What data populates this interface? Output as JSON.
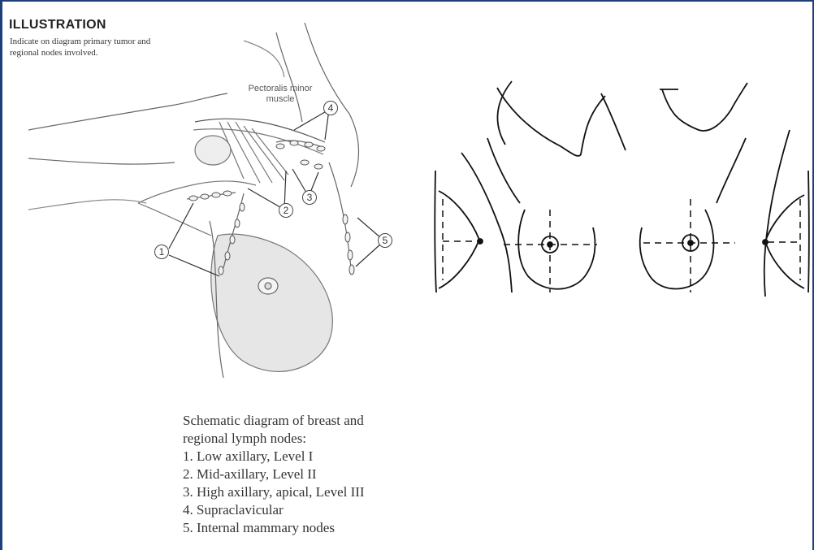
{
  "illustration": {
    "heading": "ILLUSTRATION",
    "instruction": "Indicate on diagram primary tumor and regional nodes involved.",
    "muscle_label": "Pectoralis minor muscle",
    "markers": [
      "1",
      "2",
      "3",
      "4",
      "5"
    ]
  },
  "caption": {
    "intro_line1": "Schematic diagram of breast and",
    "intro_line2": "regional lymph nodes:",
    "items": [
      "1. Low axillary, Level I",
      "2. Mid-axillary, Level II",
      "3. High axillary, apical, Level III",
      "4. Supraclavicular",
      "5. Internal mammary nodes"
    ]
  },
  "colors": {
    "frame": "#1f3f7a",
    "line": "#222222",
    "shade": "#d9d9d9"
  }
}
